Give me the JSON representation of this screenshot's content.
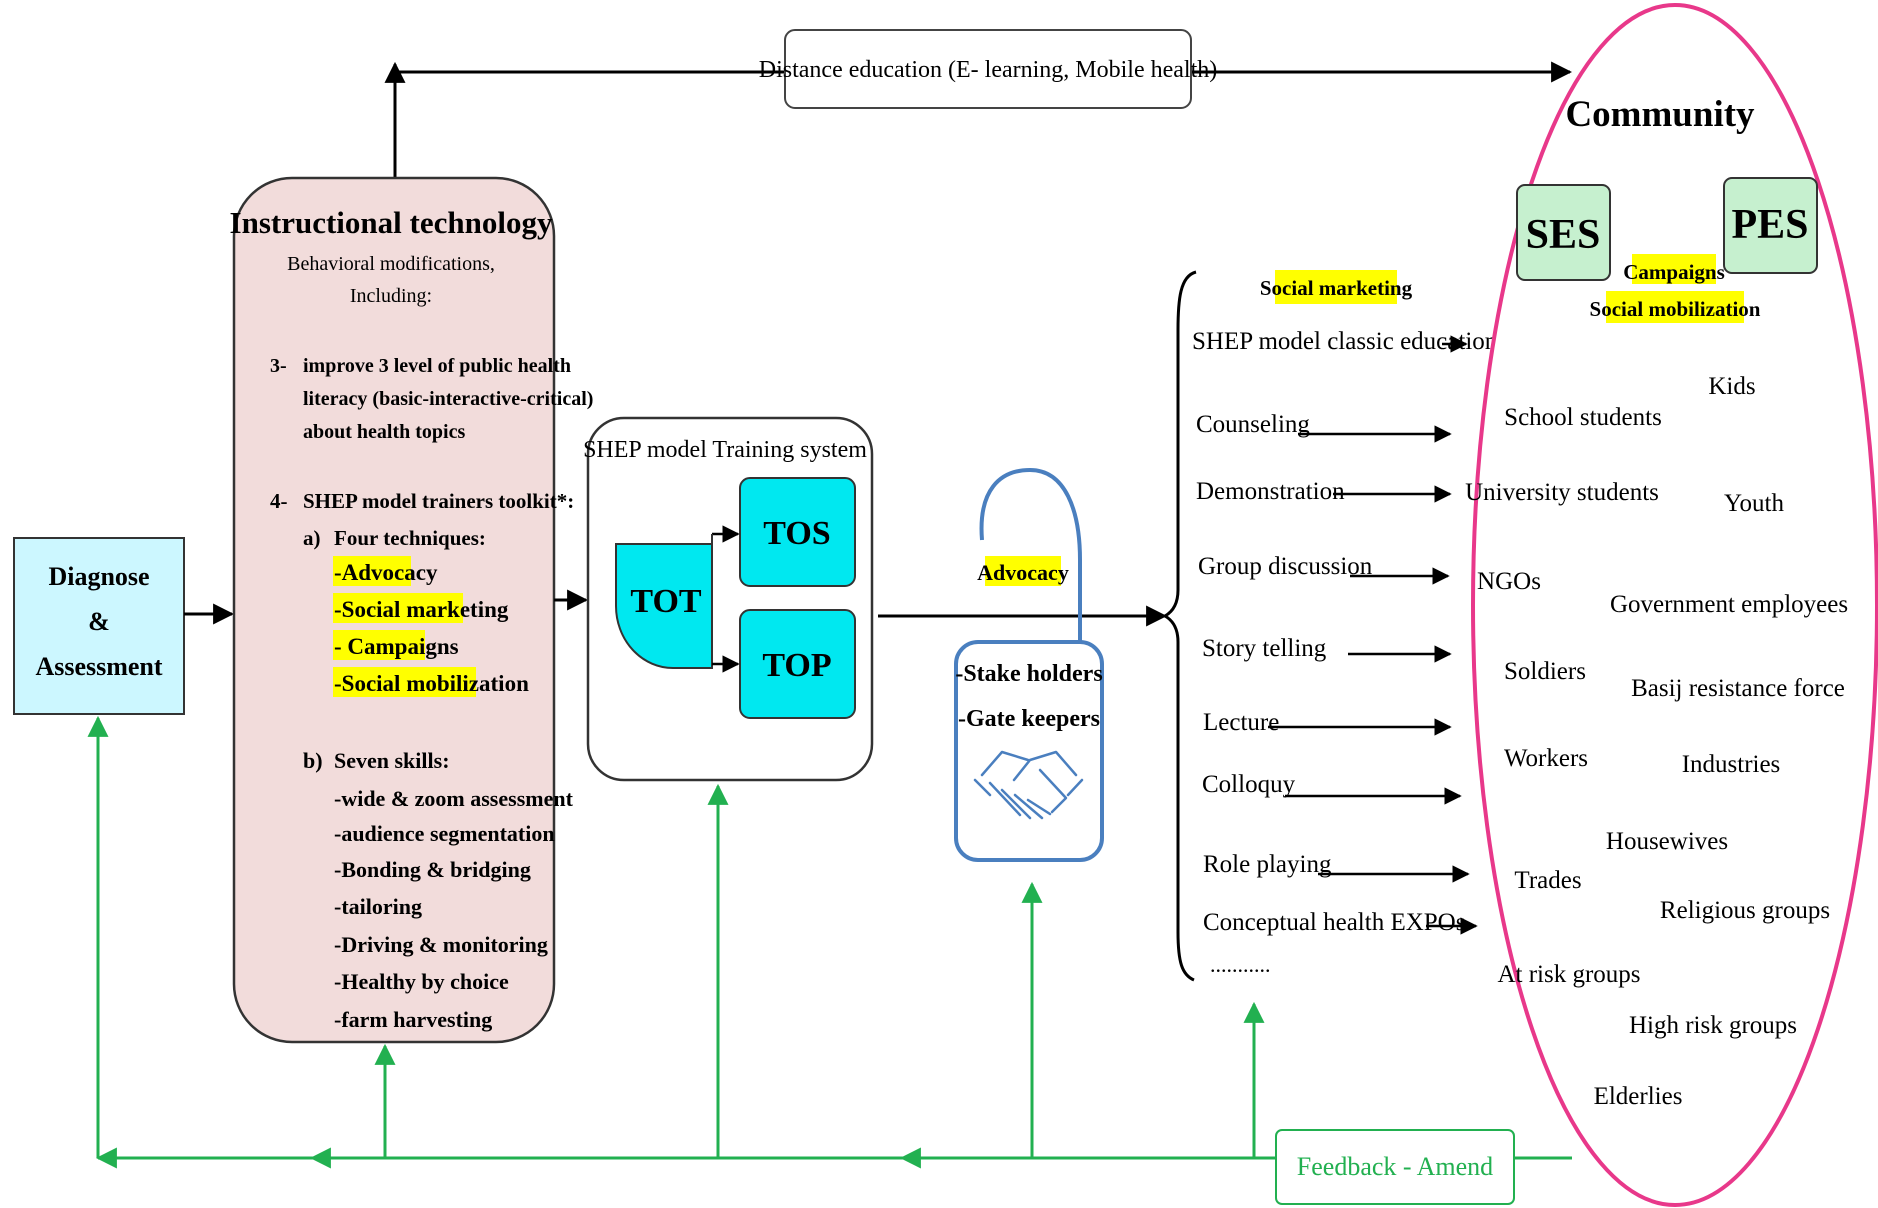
{
  "distance_box": {
    "label": "Distance education (E- learning, Mobile health)"
  },
  "diagnose": {
    "lines": [
      "Diagnose",
      "&",
      "Assessment"
    ]
  },
  "instructional": {
    "title": "Instructional technology",
    "sub": [
      "Behavioral modifications,",
      "Including:"
    ],
    "item3": {
      "num": "3-",
      "lines": [
        "improve 3 level of public health",
        "literacy (basic-interactive-critical)",
        "about health topics"
      ]
    },
    "item4": {
      "num": "4-",
      "text": "SHEP model trainers toolkit*:"
    },
    "a": {
      "label": "a)",
      "title": "Four techniques:",
      "items": [
        "-Advocacy",
        "-Social marketing",
        "- Campaigns",
        "-Social mobilization"
      ]
    },
    "b": {
      "label": "b)",
      "title": "Seven skills:",
      "items": [
        "-wide & zoom assessment",
        "-audience segmentation",
        "-Bonding & bridging",
        "-tailoring",
        "-Driving & monitoring",
        "-Healthy by choice",
        "-farm harvesting"
      ]
    }
  },
  "training": {
    "title": "SHEP model Training system",
    "tot": "TOT",
    "tos": "TOS",
    "top": "TOP"
  },
  "advocacy": {
    "label": "Advocacy"
  },
  "stakeholders": {
    "lines": [
      "-Stake holders",
      "-Gate keepers"
    ],
    "icon": "handshake-icon"
  },
  "methods": {
    "header": "Social marketing",
    "items": [
      "SHEP model classic education",
      "Counseling",
      "Demonstration",
      "Group discussion",
      "Story telling",
      "Lecture",
      "Colloquy",
      "Role playing",
      "Conceptual health EXPOs",
      "..........."
    ]
  },
  "community": {
    "title": "Community",
    "ses": "SES",
    "pes": "PES",
    "campaigns": "Campaigns",
    "social_mobilization": "Social mobilization",
    "members": [
      "Kids",
      "School students",
      "University students",
      "Youth",
      "NGOs",
      "Government employees",
      "Soldiers",
      "Basij resistance force",
      "Workers",
      "Industries",
      "Housewives",
      "Trades",
      "Religious groups",
      "At risk groups",
      "High risk groups",
      "Elderlies"
    ]
  },
  "feedback": {
    "label": "Feedback - Amend"
  },
  "colors": {
    "highlight": "#ffff00",
    "pink": "#e8388a",
    "green": "#22b050",
    "cyan": "#00e8f0",
    "lightblue": "#ccf7ff",
    "rose": "#f2dcdb",
    "sesfill": "#c6f0cf",
    "blue": "#4a7fbf"
  }
}
